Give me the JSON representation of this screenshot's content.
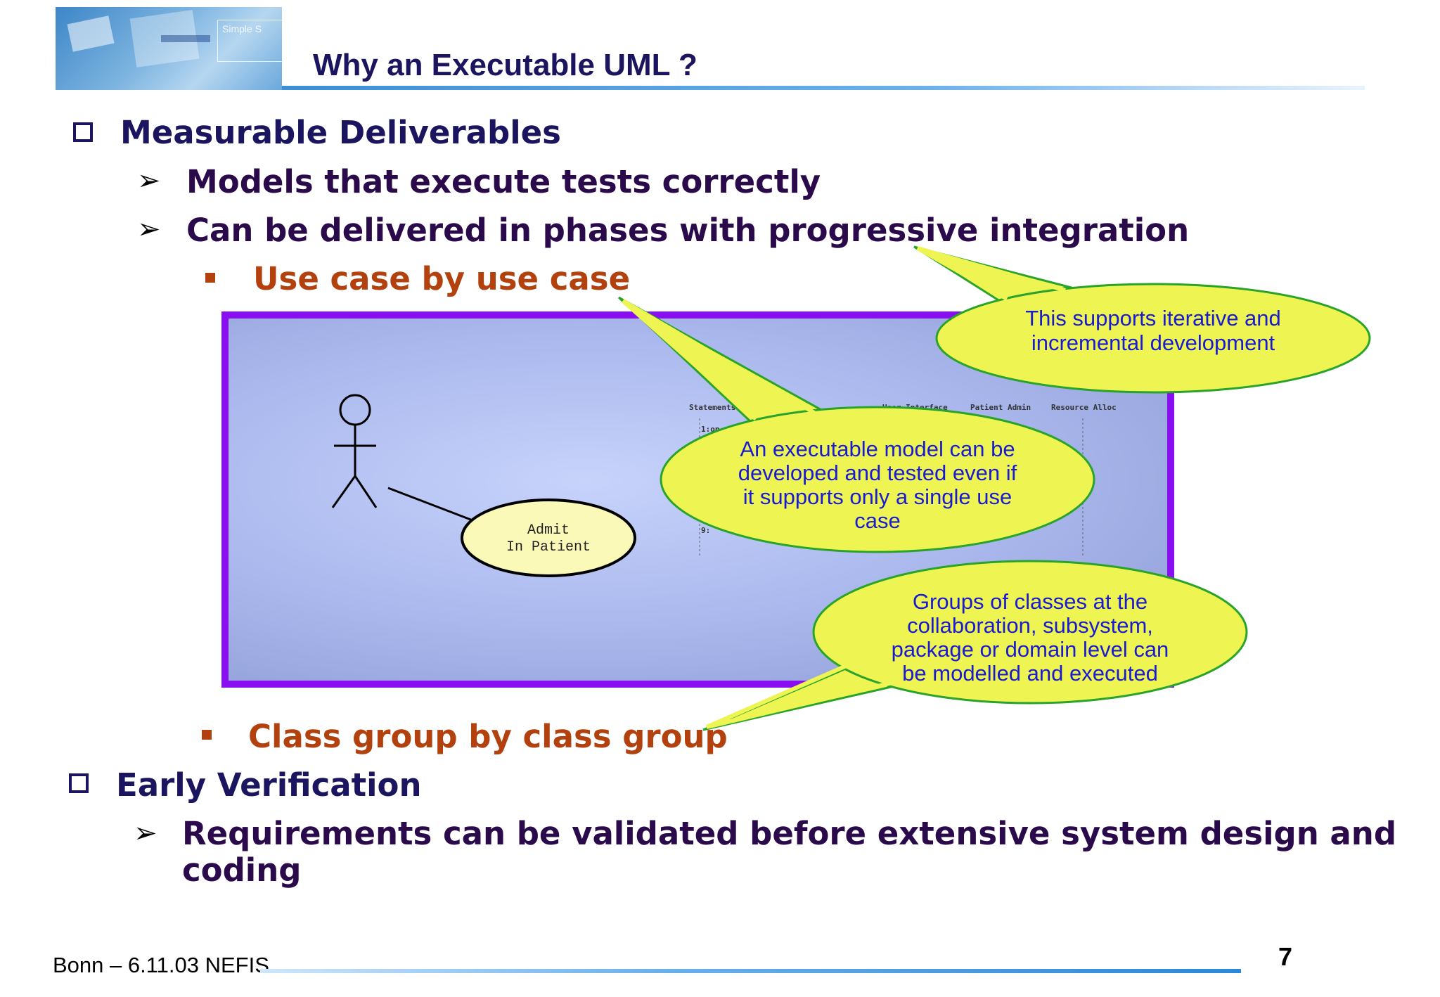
{
  "slide": {
    "title": "Why an Executable UML ?",
    "footer_left": "Bonn – 6.11.03 NEFIS",
    "page_number": "7",
    "logo_text": "Simple S"
  },
  "bullets": {
    "measurable": "Measurable Deliverables",
    "models_execute": "Models that execute tests correctly",
    "phases": "Can be delivered in phases with progressive integration",
    "use_case": "Use case by use case",
    "class_group": "Class group by class group",
    "early": "Early Verification",
    "requirements_1": "Requirements can be validated before extensive system design and",
    "requirements_2": "coding"
  },
  "diagram": {
    "use_case_line1": "Admit",
    "use_case_line2": "In Patient",
    "seq_headers": [
      "Statements",
      "User Interface",
      "Patient Admin",
      "Resource Alloc"
    ],
    "seq_msg1": "1:op",
    "seq_msg9": "9:"
  },
  "callouts": {
    "iterative": [
      "This supports iterative and",
      "incremental development"
    ],
    "single_use_case": [
      "An executable model can be",
      "developed and tested even if",
      "it supports only a single use",
      "case"
    ],
    "groups": [
      "Groups of classes at the",
      "collaboration, subsystem,",
      "package or domain level can",
      "be modelled and executed"
    ]
  },
  "colors": {
    "title": "#1b1560",
    "sub_bullet": "#b3410e",
    "frame": "#8a0ff0",
    "callout_fill": "#eef552",
    "callout_stroke": "#2aa32a",
    "callout_text": "#1a1ad0"
  }
}
